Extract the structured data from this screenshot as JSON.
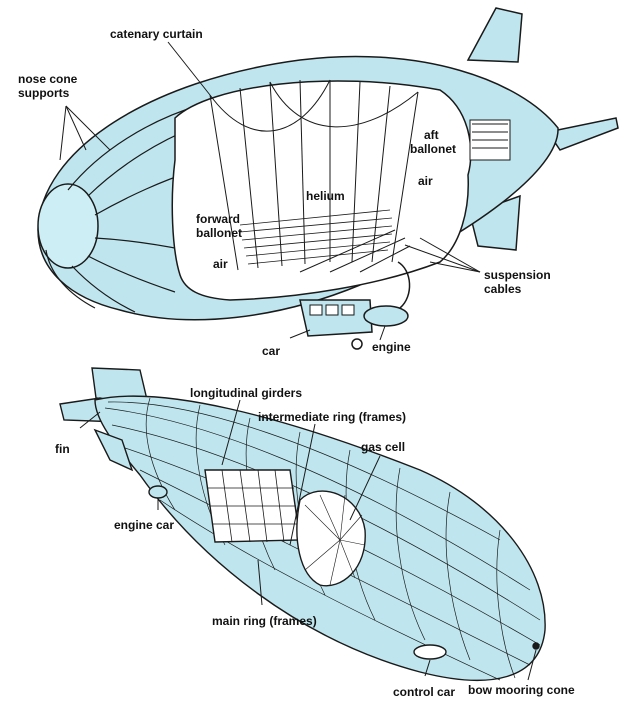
{
  "top": {
    "catenary_curtain": "catenary curtain",
    "nose_cone_supports_1": "nose cone",
    "nose_cone_supports_2": "supports",
    "aft_ballonet_1": "aft",
    "aft_ballonet_2": "ballonet",
    "air_aft": "air",
    "helium": "helium",
    "forward_ballonet_1": "forward",
    "forward_ballonet_2": "ballonet",
    "air_forward": "air",
    "suspension_cables_1": "suspension",
    "suspension_cables_2": "cables",
    "car": "car",
    "engine": "engine"
  },
  "bottom": {
    "longitudinal_girders": "longitudinal girders",
    "intermediate_ring": "intermediate ring (frames)",
    "fin": "fin",
    "gas_cell": "gas cell",
    "engine_car": "engine car",
    "main_ring": "main ring (frames)",
    "control_car": "control car",
    "bow_mooring_cone": "bow mooring cone"
  },
  "colors": {
    "envelope": "#bfe6ef",
    "outline": "#1a1a1a",
    "interior": "#ffffff"
  }
}
